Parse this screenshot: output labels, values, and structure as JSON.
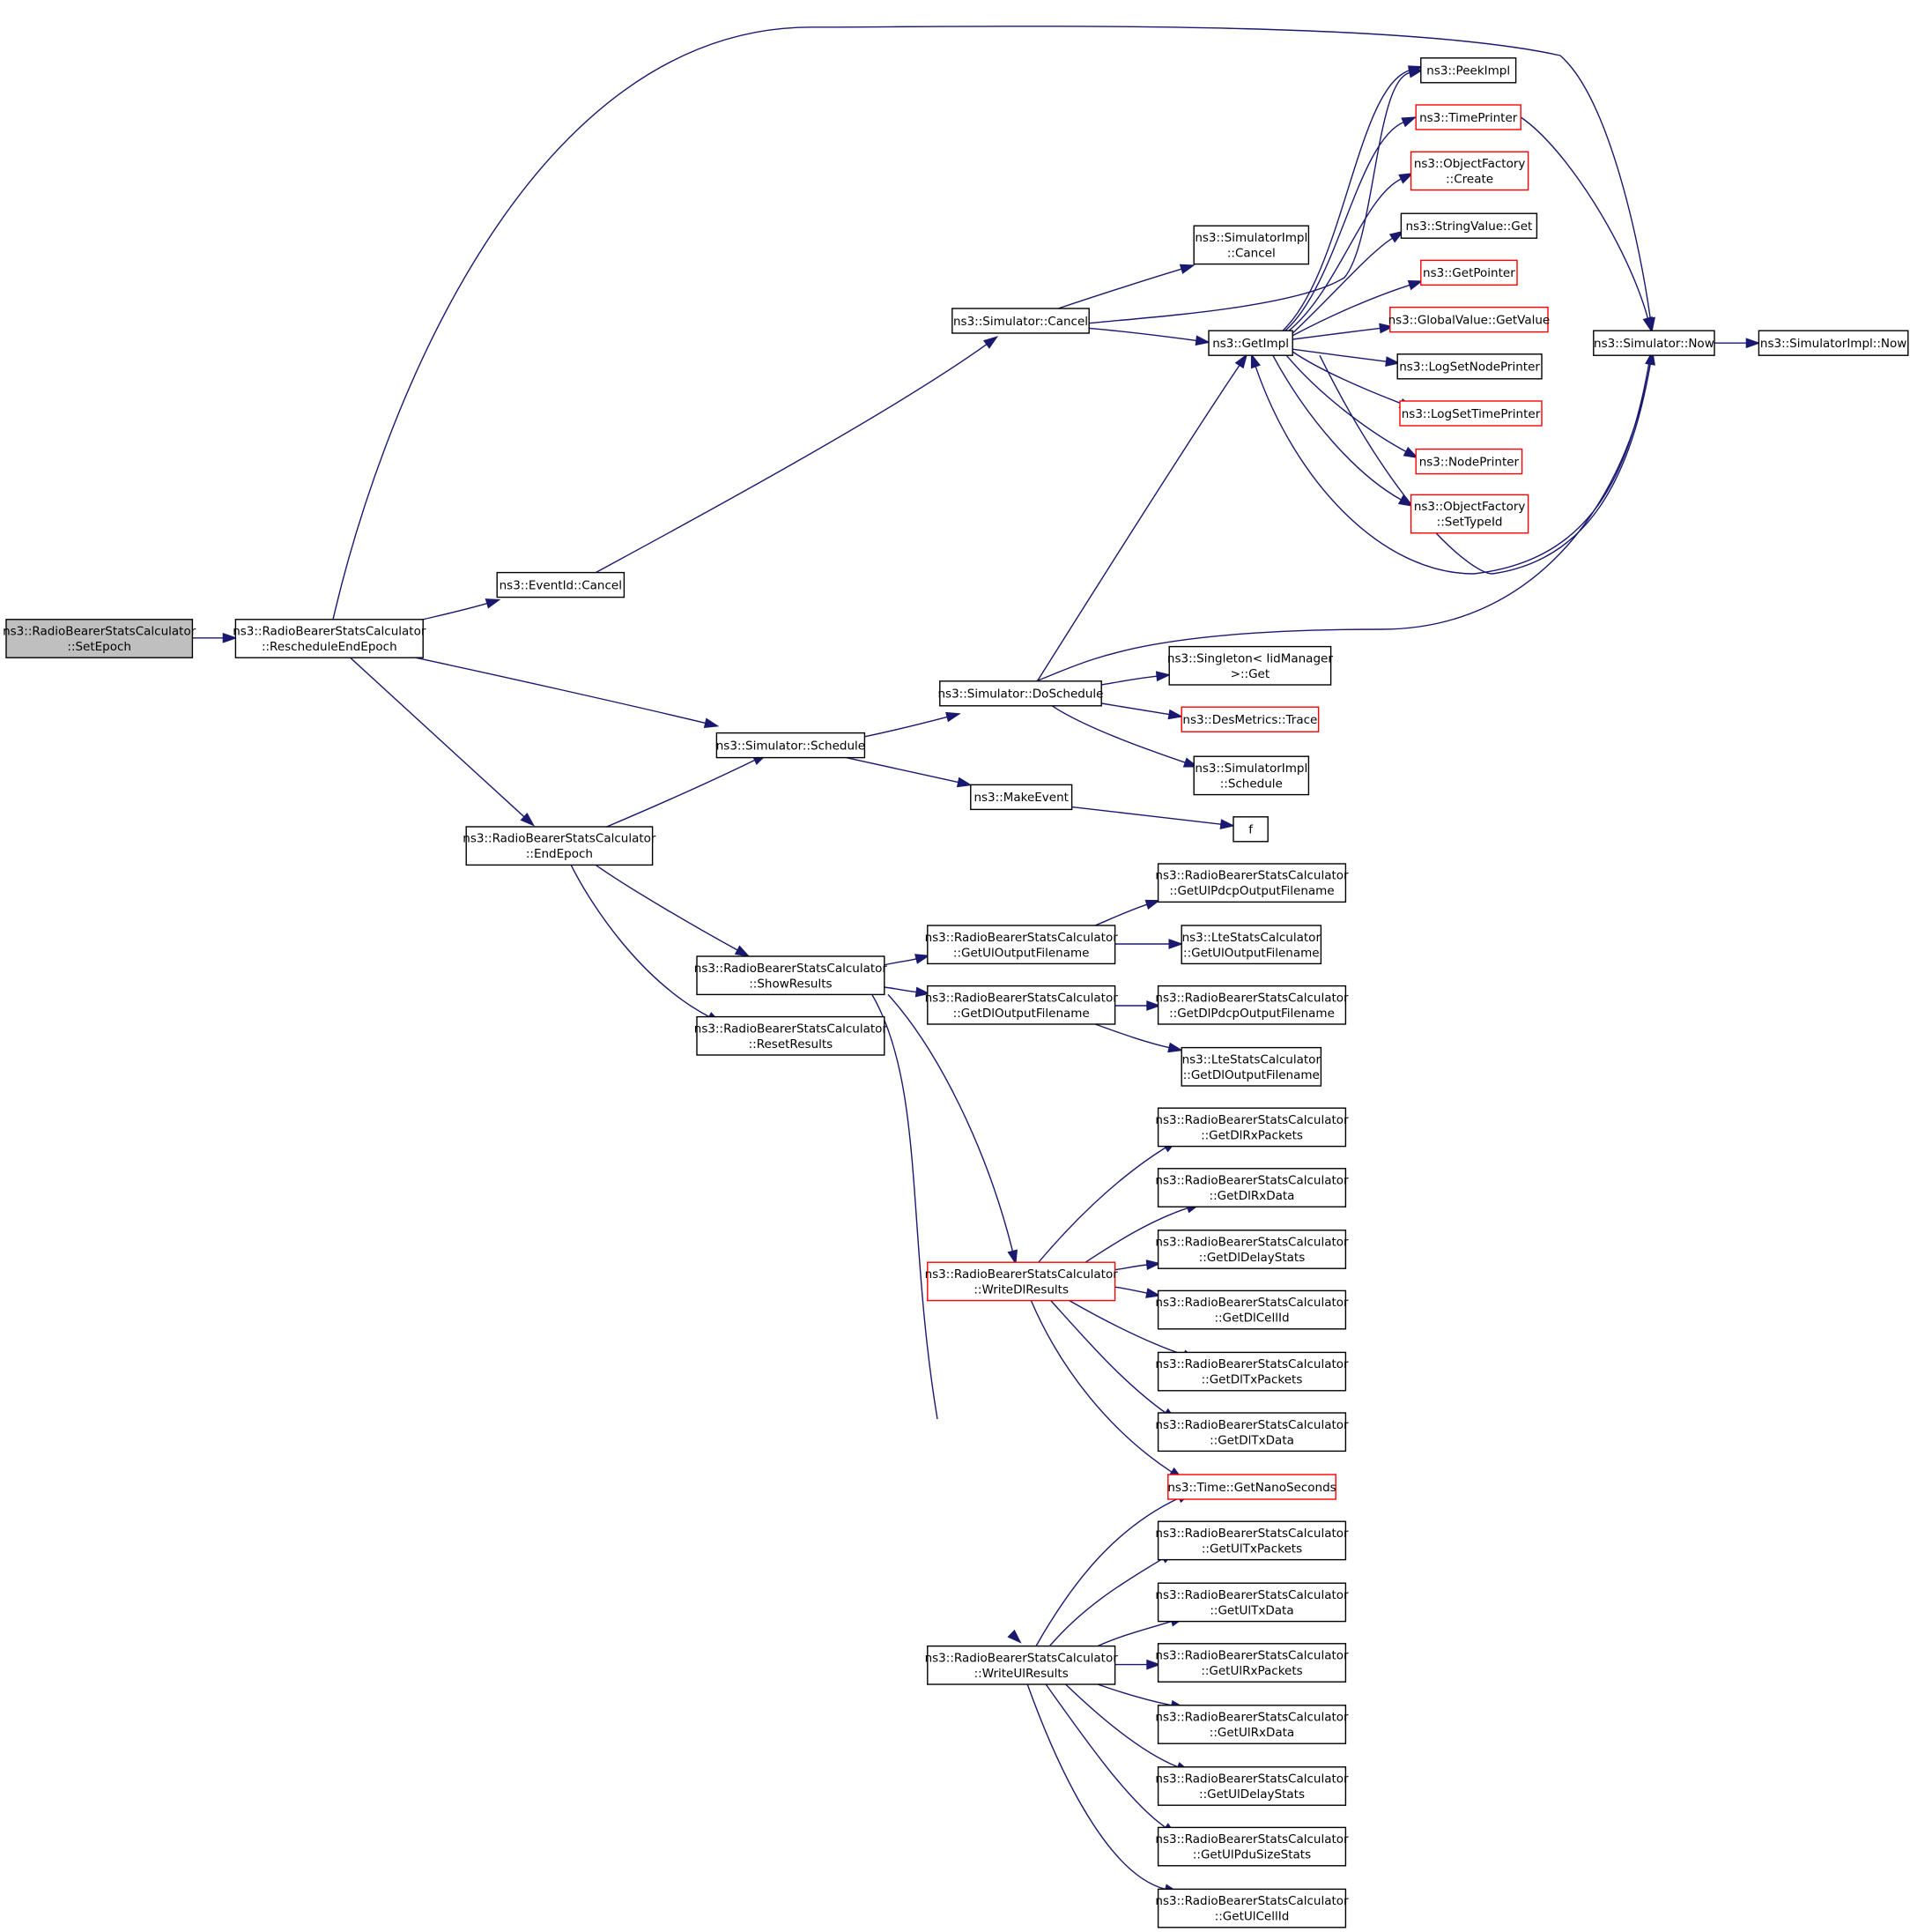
{
  "colors": {
    "edge": "#191970",
    "node_border": "#000000",
    "highlight_border": "#ff0000",
    "root_fill": "#bfbfbf"
  },
  "nodes": [
    {
      "id": "setEpoch",
      "lines": [
        "ns3::RadioBearerStatsCalculator",
        "::SetEpoch"
      ],
      "style": "root"
    },
    {
      "id": "reschedule",
      "lines": [
        "ns3::RadioBearerStatsCalculator",
        "::RescheduleEndEpoch"
      ],
      "style": "normal"
    },
    {
      "id": "eventCancel",
      "lines": [
        "ns3::EventId::Cancel"
      ],
      "style": "normal"
    },
    {
      "id": "simSchedule",
      "lines": [
        "ns3::Simulator::Schedule"
      ],
      "style": "normal"
    },
    {
      "id": "endEpoch",
      "lines": [
        "ns3::RadioBearerStatsCalculator",
        "::EndEpoch"
      ],
      "style": "normal"
    },
    {
      "id": "simCancel",
      "lines": [
        "ns3::Simulator::Cancel"
      ],
      "style": "normal"
    },
    {
      "id": "doSchedule",
      "lines": [
        "ns3::Simulator::DoSchedule"
      ],
      "style": "normal"
    },
    {
      "id": "makeEvent",
      "lines": [
        "ns3::MakeEvent"
      ],
      "style": "normal"
    },
    {
      "id": "showResults",
      "lines": [
        "ns3::RadioBearerStatsCalculator",
        "::ShowResults"
      ],
      "style": "normal"
    },
    {
      "id": "resetResults",
      "lines": [
        "ns3::RadioBearerStatsCalculator",
        "::ResetResults"
      ],
      "style": "normal"
    },
    {
      "id": "getUlOut",
      "lines": [
        "ns3::RadioBearerStatsCalculator",
        "::GetUlOutputFilename"
      ],
      "style": "normal"
    },
    {
      "id": "getDlOut",
      "lines": [
        "ns3::RadioBearerStatsCalculator",
        "::GetDlOutputFilename"
      ],
      "style": "normal"
    },
    {
      "id": "writeDl",
      "lines": [
        "ns3::RadioBearerStatsCalculator",
        "::WriteDlResults"
      ],
      "style": "red"
    },
    {
      "id": "writeUl",
      "lines": [
        "ns3::RadioBearerStatsCalculator",
        "::WriteUlResults"
      ],
      "style": "normal"
    },
    {
      "id": "simImplCancel",
      "lines": [
        "ns3::SimulatorImpl",
        "::Cancel"
      ],
      "style": "normal"
    },
    {
      "id": "getImpl",
      "lines": [
        "ns3::GetImpl"
      ],
      "style": "normal"
    },
    {
      "id": "singletonGet",
      "lines": [
        "ns3::Singleton< IidManager",
        ">::Get"
      ],
      "style": "normal"
    },
    {
      "id": "desTrace",
      "lines": [
        "ns3::DesMetrics::Trace"
      ],
      "style": "red"
    },
    {
      "id": "simImplSchedule",
      "lines": [
        "ns3::SimulatorImpl",
        "::Schedule"
      ],
      "style": "normal"
    },
    {
      "id": "f",
      "lines": [
        "f"
      ],
      "style": "normal"
    },
    {
      "id": "getUlPdcp",
      "lines": [
        "ns3::RadioBearerStatsCalculator",
        "::GetUlPdcpOutputFilename"
      ],
      "style": "normal"
    },
    {
      "id": "lteUlOut",
      "lines": [
        "ns3::LteStatsCalculator",
        "::GetUlOutputFilename"
      ],
      "style": "normal"
    },
    {
      "id": "getDlPdcp",
      "lines": [
        "ns3::RadioBearerStatsCalculator",
        "::GetDlPdcpOutputFilename"
      ],
      "style": "normal"
    },
    {
      "id": "lteDlOut",
      "lines": [
        "ns3::LteStatsCalculator",
        "::GetDlOutputFilename"
      ],
      "style": "normal"
    },
    {
      "id": "getDlRxPackets",
      "lines": [
        "ns3::RadioBearerStatsCalculator",
        "::GetDlRxPackets"
      ],
      "style": "normal"
    },
    {
      "id": "getDlRxData",
      "lines": [
        "ns3::RadioBearerStatsCalculator",
        "::GetDlRxData"
      ],
      "style": "normal"
    },
    {
      "id": "getDlDelayStats",
      "lines": [
        "ns3::RadioBearerStatsCalculator",
        "::GetDlDelayStats"
      ],
      "style": "normal"
    },
    {
      "id": "getDlCellId",
      "lines": [
        "ns3::RadioBearerStatsCalculator",
        "::GetDlCellId"
      ],
      "style": "normal"
    },
    {
      "id": "getDlTxPackets",
      "lines": [
        "ns3::RadioBearerStatsCalculator",
        "::GetDlTxPackets"
      ],
      "style": "normal"
    },
    {
      "id": "getDlTxData",
      "lines": [
        "ns3::RadioBearerStatsCalculator",
        "::GetDlTxData"
      ],
      "style": "normal"
    },
    {
      "id": "timeGetNano",
      "lines": [
        "ns3::Time::GetNanoSeconds"
      ],
      "style": "red"
    },
    {
      "id": "getUlTxPackets",
      "lines": [
        "ns3::RadioBearerStatsCalculator",
        "::GetUlTxPackets"
      ],
      "style": "normal"
    },
    {
      "id": "getUlTxData",
      "lines": [
        "ns3::RadioBearerStatsCalculator",
        "::GetUlTxData"
      ],
      "style": "normal"
    },
    {
      "id": "getUlRxPackets",
      "lines": [
        "ns3::RadioBearerStatsCalculator",
        "::GetUlRxPackets"
      ],
      "style": "normal"
    },
    {
      "id": "getUlRxData",
      "lines": [
        "ns3::RadioBearerStatsCalculator",
        "::GetUlRxData"
      ],
      "style": "normal"
    },
    {
      "id": "getUlDelayStats",
      "lines": [
        "ns3::RadioBearerStatsCalculator",
        "::GetUlDelayStats"
      ],
      "style": "normal"
    },
    {
      "id": "getUlPduSizeStats",
      "lines": [
        "ns3::RadioBearerStatsCalculator",
        "::GetUlPduSizeStats"
      ],
      "style": "normal"
    },
    {
      "id": "getUlCellId",
      "lines": [
        "ns3::RadioBearerStatsCalculator",
        "::GetUlCellId"
      ],
      "style": "normal"
    },
    {
      "id": "peekImpl",
      "lines": [
        "ns3::PeekImpl"
      ],
      "style": "normal"
    },
    {
      "id": "timePrinter",
      "lines": [
        "ns3::TimePrinter"
      ],
      "style": "red"
    },
    {
      "id": "objFactoryCreate",
      "lines": [
        "ns3::ObjectFactory",
        "::Create"
      ],
      "style": "red"
    },
    {
      "id": "stringValueGet",
      "lines": [
        "ns3::StringValue::Get"
      ],
      "style": "normal"
    },
    {
      "id": "getPointer",
      "lines": [
        "ns3::GetPointer"
      ],
      "style": "red"
    },
    {
      "id": "globalValueGet",
      "lines": [
        "ns3::GlobalValue::GetValue"
      ],
      "style": "red"
    },
    {
      "id": "logSetNodePrinter",
      "lines": [
        "ns3::LogSetNodePrinter"
      ],
      "style": "normal"
    },
    {
      "id": "logSetTimePrinter",
      "lines": [
        "ns3::LogSetTimePrinter"
      ],
      "style": "red"
    },
    {
      "id": "nodePrinter",
      "lines": [
        "ns3::NodePrinter"
      ],
      "style": "red"
    },
    {
      "id": "objFactorySetTypeId",
      "lines": [
        "ns3::ObjectFactory",
        "::SetTypeId"
      ],
      "style": "red"
    },
    {
      "id": "simNow",
      "lines": [
        "ns3::Simulator::Now"
      ],
      "style": "normal"
    },
    {
      "id": "simImplNow",
      "lines": [
        "ns3::SimulatorImpl::Now"
      ],
      "style": "normal"
    }
  ],
  "edges": [
    [
      "setEpoch",
      "reschedule"
    ],
    [
      "reschedule",
      "eventCancel"
    ],
    [
      "reschedule",
      "simSchedule"
    ],
    [
      "reschedule",
      "endEpoch"
    ],
    [
      "reschedule",
      "simNow"
    ],
    [
      "eventCancel",
      "simCancel"
    ],
    [
      "simCancel",
      "simImplCancel"
    ],
    [
      "simCancel",
      "getImpl"
    ],
    [
      "simCancel",
      "peekImpl"
    ],
    [
      "simSchedule",
      "doSchedule"
    ],
    [
      "simSchedule",
      "makeEvent"
    ],
    [
      "endEpoch",
      "simSchedule"
    ],
    [
      "endEpoch",
      "showResults"
    ],
    [
      "endEpoch",
      "resetResults"
    ],
    [
      "doSchedule",
      "getImpl"
    ],
    [
      "doSchedule",
      "simNow"
    ],
    [
      "doSchedule",
      "singletonGet"
    ],
    [
      "doSchedule",
      "desTrace"
    ],
    [
      "doSchedule",
      "simImplSchedule"
    ],
    [
      "makeEvent",
      "f"
    ],
    [
      "getImpl",
      "peekImpl"
    ],
    [
      "getImpl",
      "timePrinter"
    ],
    [
      "getImpl",
      "objFactoryCreate"
    ],
    [
      "getImpl",
      "stringValueGet"
    ],
    [
      "getImpl",
      "getPointer"
    ],
    [
      "getImpl",
      "globalValueGet"
    ],
    [
      "getImpl",
      "logSetNodePrinter"
    ],
    [
      "getImpl",
      "logSetTimePrinter"
    ],
    [
      "getImpl",
      "nodePrinter"
    ],
    [
      "getImpl",
      "objFactorySetTypeId"
    ],
    [
      "getImpl",
      "simNow"
    ],
    [
      "timePrinter",
      "simNow"
    ],
    [
      "simNow",
      "getImpl"
    ],
    [
      "simNow",
      "simImplNow"
    ],
    [
      "showResults",
      "getUlOut"
    ],
    [
      "showResults",
      "getDlOut"
    ],
    [
      "showResults",
      "writeDl"
    ],
    [
      "showResults",
      "writeUl"
    ],
    [
      "getUlOut",
      "getUlPdcp"
    ],
    [
      "getUlOut",
      "lteUlOut"
    ],
    [
      "getDlOut",
      "getDlPdcp"
    ],
    [
      "getDlOut",
      "lteDlOut"
    ],
    [
      "writeDl",
      "getDlRxPackets"
    ],
    [
      "writeDl",
      "getDlRxData"
    ],
    [
      "writeDl",
      "getDlDelayStats"
    ],
    [
      "writeDl",
      "getDlCellId"
    ],
    [
      "writeDl",
      "getDlTxPackets"
    ],
    [
      "writeDl",
      "getDlTxData"
    ],
    [
      "writeDl",
      "timeGetNano"
    ],
    [
      "writeUl",
      "timeGetNano"
    ],
    [
      "writeUl",
      "getUlTxPackets"
    ],
    [
      "writeUl",
      "getUlTxData"
    ],
    [
      "writeUl",
      "getUlRxPackets"
    ],
    [
      "writeUl",
      "getUlRxData"
    ],
    [
      "writeUl",
      "getUlDelayStats"
    ],
    [
      "writeUl",
      "getUlPduSizeStats"
    ],
    [
      "writeUl",
      "getUlCellId"
    ]
  ]
}
